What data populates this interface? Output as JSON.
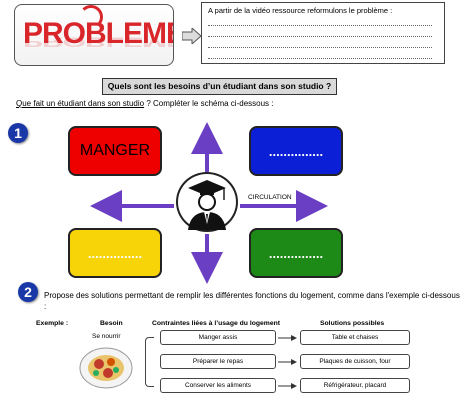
{
  "header": {
    "logo_text": "PROBLEME",
    "reformulate_prompt": "A partir de la vidéo ressource reformulons le problème :",
    "answer_lines": 4
  },
  "question": "Quels sont les besoins d’un étudiant dans son studio ?",
  "part1": {
    "number": "1",
    "instruction_link": "Que fait un étudiant dans son studio",
    "instruction_rest": " ? Compléter le schéma ci-dessous :",
    "boxes": {
      "top_left": {
        "label": "MANGER",
        "color": "#ee0000"
      },
      "top_right": {
        "label": "...............",
        "color": "#0a1fd6"
      },
      "bottom_left": {
        "label": "...............",
        "color": "#f7d408"
      },
      "bottom_right": {
        "label": "...............",
        "color": "#1d8a17"
      }
    },
    "center_label": "CIRCULATION",
    "arrow_color": "#6b3fc4"
  },
  "part2": {
    "number": "2",
    "text": "Propose des solutions permettant de remplir les différentes fonctions du logement, comme dans l'exemple ci-dessous :",
    "example": {
      "label": "Exemple :",
      "col_besoin": "Besoin",
      "col_contraintes": "Contraintes liées à l’usage du logement",
      "col_solutions": "Solutions possibles",
      "besoin": "Se nourrir",
      "rows": [
        {
          "contrainte": "Manger assis",
          "solution": "Table et chaises"
        },
        {
          "contrainte": "Préparer le repas",
          "solution": "Plaques de cuisson, four"
        },
        {
          "contrainte": "Conserver les aliments",
          "solution": "Réfrigérateur, placard"
        }
      ]
    }
  }
}
